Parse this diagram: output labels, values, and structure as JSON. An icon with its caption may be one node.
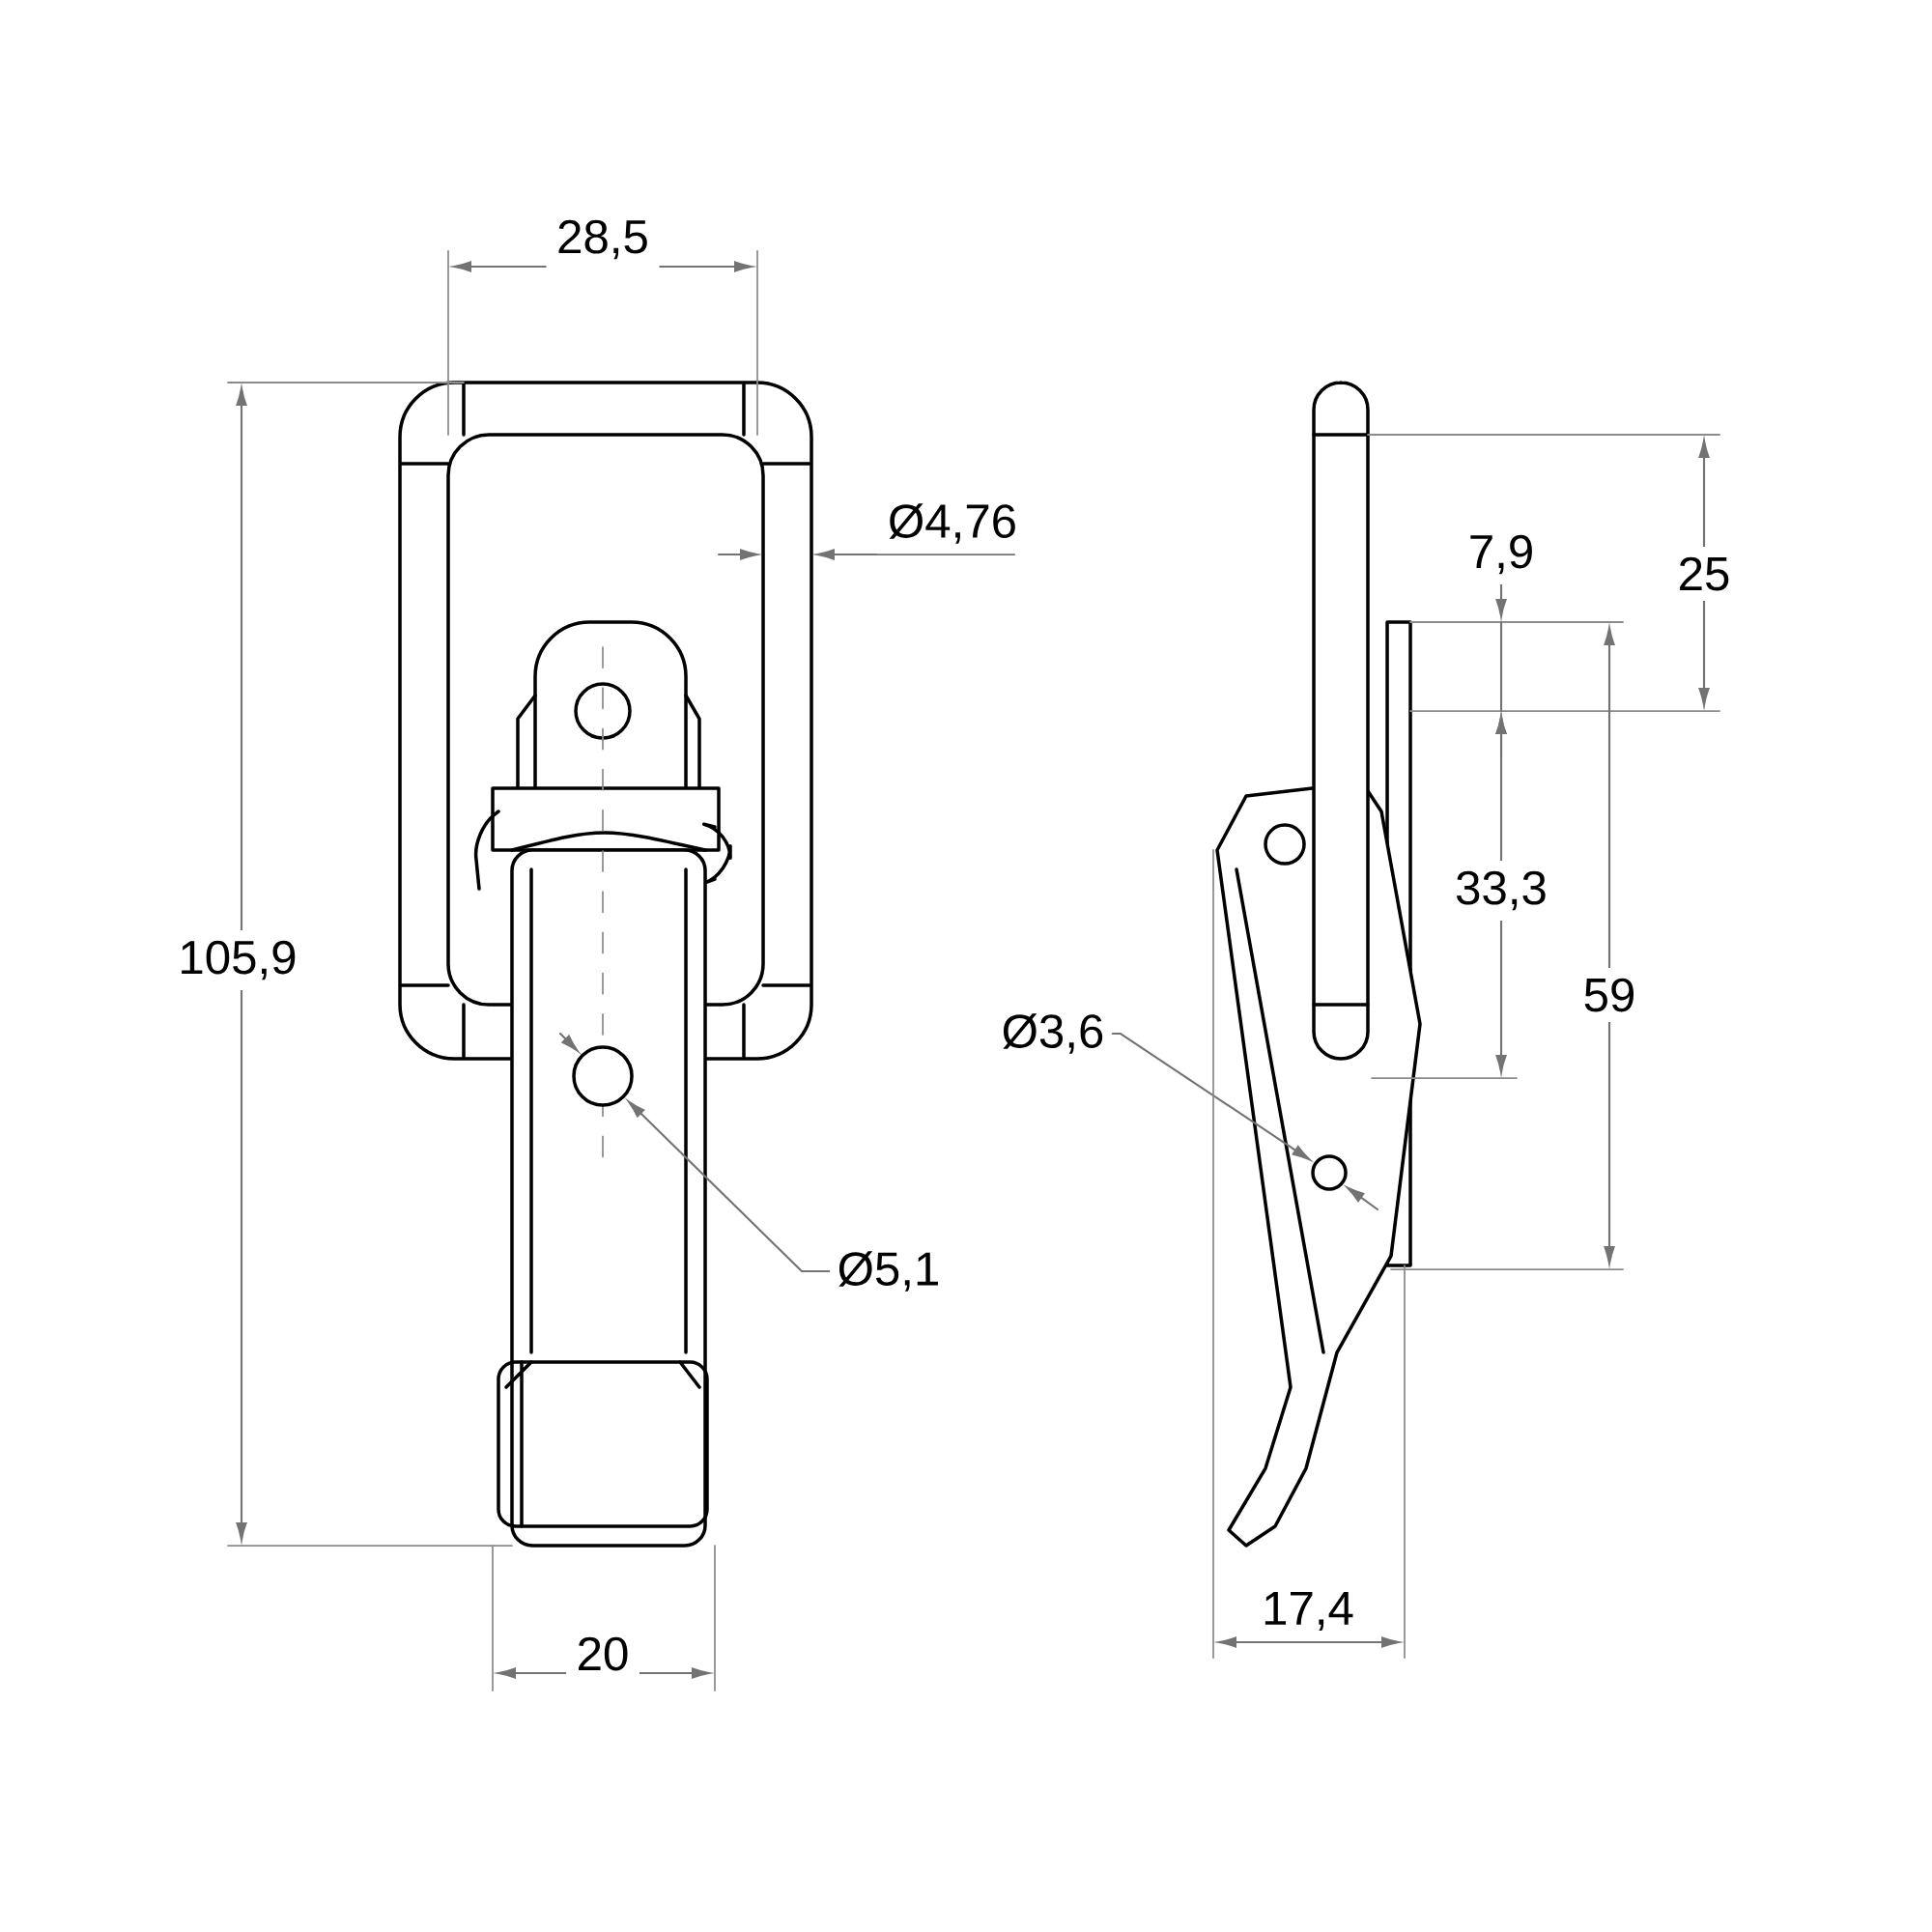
{
  "diagram": {
    "nodes": [
      {
        "text": [
          "Ø5,1"
        ]
      },
      {
        "text": [],
        "shape": "circle"
      },
      {
        "text": [
          "Ø3,6"
        ]
      },
      {
        "text": [],
        "shape": "circle"
      }
    ],
    "edges": [
      {
        "from": 0,
        "to": 1,
        "arrow": "to"
      },
      {
        "from": 2,
        "to": 3,
        "arrow": "to"
      }
    ],
    "labels": [
      "28,5",
      "Ø4,76",
      "105,9",
      "7,9",
      "25",
      "33,3",
      "59",
      "20",
      "17,4"
    ]
  }
}
